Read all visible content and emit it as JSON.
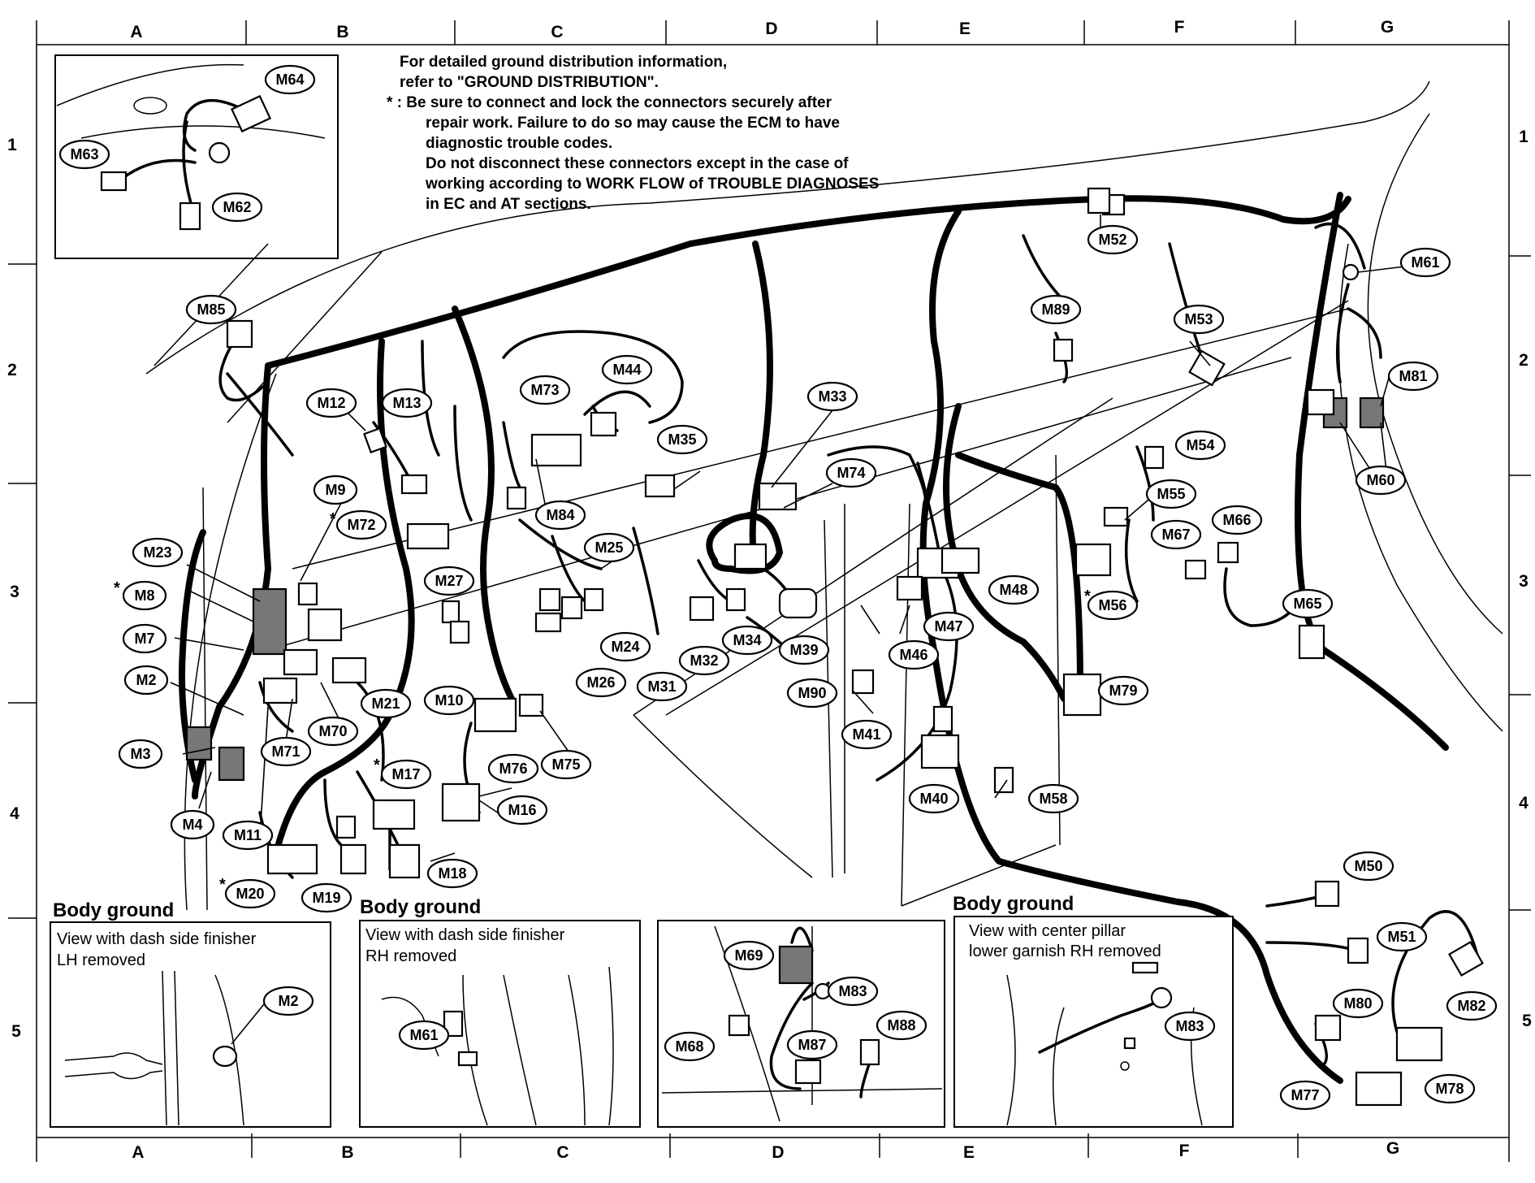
{
  "grid": {
    "columns": [
      "A",
      "B",
      "C",
      "D",
      "E",
      "F",
      "G"
    ],
    "rows": [
      "1",
      "2",
      "3",
      "4",
      "5"
    ]
  },
  "notes": {
    "line1": "For detailed ground distribution information,",
    "line2": "refer to \"GROUND DISTRIBUTION\".",
    "line3": "* : Be sure to connect and lock the connectors securely after",
    "line4": "repair work. Failure to do so may cause the ECM to have",
    "line5": "diagnostic trouble codes.",
    "line6": "Do not disconnect these connectors except in the case of",
    "line7": "working according to WORK FLOW of TROUBLE DIAGNOSES",
    "line8": "in EC and AT sections."
  },
  "connectors": {
    "M64": "M64",
    "M63": "M63",
    "M62": "M62",
    "M85": "M85",
    "M52": "M52",
    "M61": "M61",
    "M89": "M89",
    "M53": "M53",
    "M81": "M81",
    "M60": "M60",
    "M12": "M12",
    "M13": "M13",
    "M73": "M73",
    "M44": "M44",
    "M33": "M33",
    "M35": "M35",
    "M54": "M54",
    "M9": "M9",
    "M74": "M74",
    "M55": "M55",
    "M66": "M66",
    "M72": "M72",
    "M84": "M84",
    "M67": "M67",
    "M23": "M23",
    "M25": "M25",
    "M8": "M8",
    "M27": "M27",
    "M48": "M48",
    "M56": "M56",
    "M65": "M65",
    "M7": "M7",
    "M47": "M47",
    "M24": "M24",
    "M34": "M34",
    "M32": "M32",
    "M39": "M39",
    "M46": "M46",
    "M2": "M2",
    "M26": "M26",
    "M31": "M31",
    "M10": "M10",
    "M21": "M21",
    "M79": "M79",
    "M90": "M90",
    "M70": "M70",
    "M71": "M71",
    "M41": "M41",
    "M3": "M3",
    "M76": "M76",
    "M75": "M75",
    "M17": "M17",
    "M40": "M40",
    "M58": "M58",
    "M16": "M16",
    "M4": "M4",
    "M11": "M11",
    "M18": "M18",
    "M20": "M20",
    "M19": "M19",
    "M50": "M50",
    "M51": "M51",
    "M82": "M82",
    "M80": "M80",
    "M78": "M78",
    "M77": "M77",
    "M69": "M69",
    "M83": "M83",
    "M88": "M88",
    "M87": "M87",
    "M68": "M68"
  },
  "panels": {
    "lh": {
      "title": "Body ground",
      "caption1": "View with dash side finisher",
      "caption2": "LH removed",
      "label": "M2"
    },
    "rh": {
      "title": "Body ground",
      "caption1": "View with dash side finisher",
      "caption2": "RH removed",
      "label": "M61"
    },
    "center": {
      "title": "Body ground",
      "caption1": "View with center pillar",
      "caption2": "lower garnish RH removed",
      "label": "M83"
    }
  }
}
